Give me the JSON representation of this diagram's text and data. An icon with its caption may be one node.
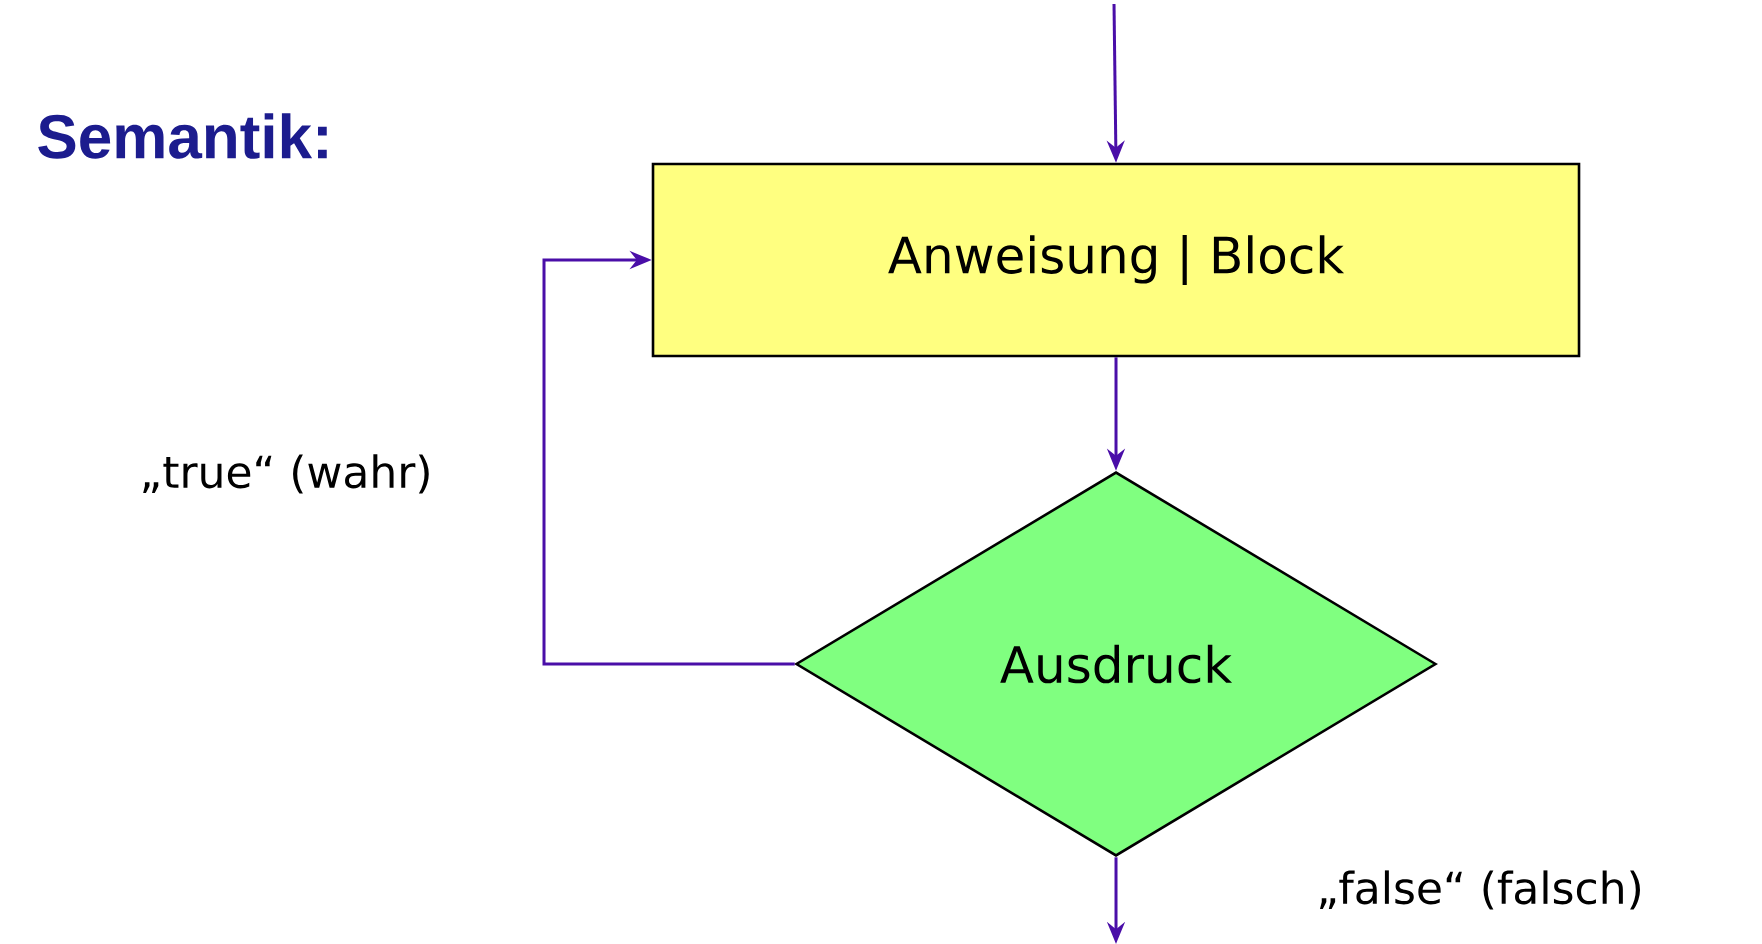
{
  "diagram": {
    "title": "Semantik:",
    "nodes": [
      {
        "text": [
          "Anweisung | Block"
        ]
      },
      {
        "text": [
          "Ausdruck"
        ]
      }
    ],
    "edges": [
      {
        "from": null,
        "to": 0,
        "arrow": "to"
      },
      {
        "from": 0,
        "to": 1,
        "arrow": "to"
      },
      {
        "from": 1,
        "to": 0,
        "arrow": "to",
        "label": "„true“ (wahr)"
      },
      {
        "from": 1,
        "to": null,
        "arrow": "to",
        "label": "„false“ (falsch)"
      }
    ]
  }
}
